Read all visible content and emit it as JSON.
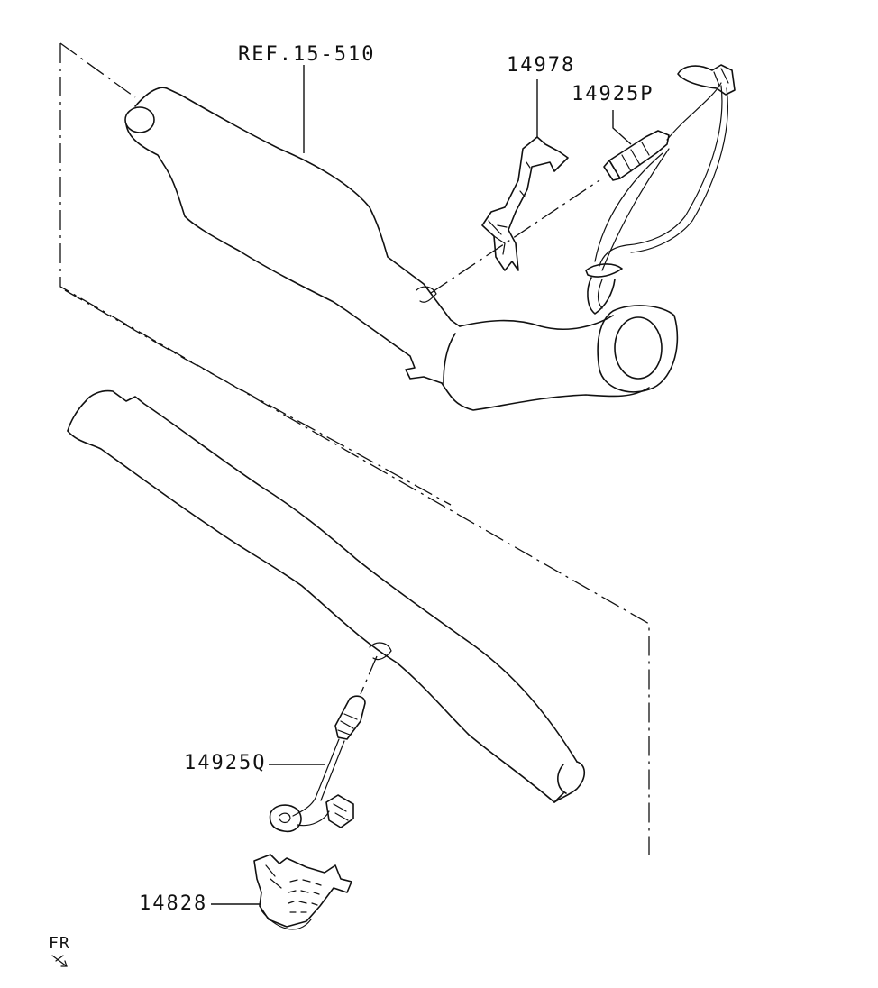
{
  "labels": {
    "ref": "REF.15-510",
    "bracket": "14978",
    "sensor_upper": "14925P",
    "sensor_lower": "14925Q",
    "heat_shield": "14828"
  },
  "direction": {
    "text": "FR"
  }
}
